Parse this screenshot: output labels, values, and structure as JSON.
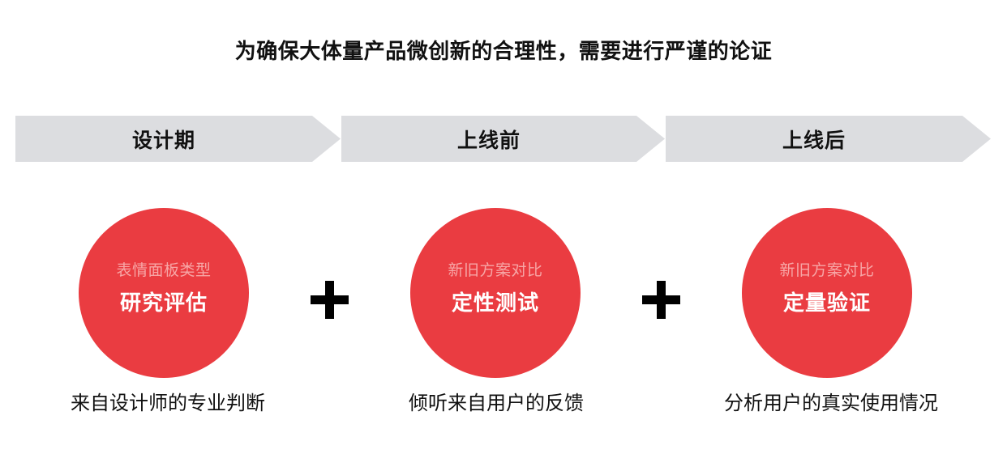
{
  "title": "为确保大体量产品微创新的合理性，需要进行严谨的论证",
  "colors": {
    "phase_bg": "#dcdde0",
    "circle_fill": "#ea3c41",
    "circle_sub_text": "#f7a6a6",
    "circle_main_text": "#ffffff",
    "plus": "#000000"
  },
  "phases": [
    {
      "label": "设计期"
    },
    {
      "label": "上线前"
    },
    {
      "label": "上线后"
    }
  ],
  "methods": [
    {
      "subtitle": "表情面板类型",
      "title": "研究评估",
      "caption": "来自设计师的专业判断"
    },
    {
      "subtitle": "新旧方案对比",
      "title": "定性测试",
      "caption": "倾听来自用户的反馈"
    },
    {
      "subtitle": "新旧方案对比",
      "title": "定量验证",
      "caption": "分析用户的真实使用情况"
    }
  ],
  "connectors": [
    "plus-icon",
    "plus-icon"
  ]
}
